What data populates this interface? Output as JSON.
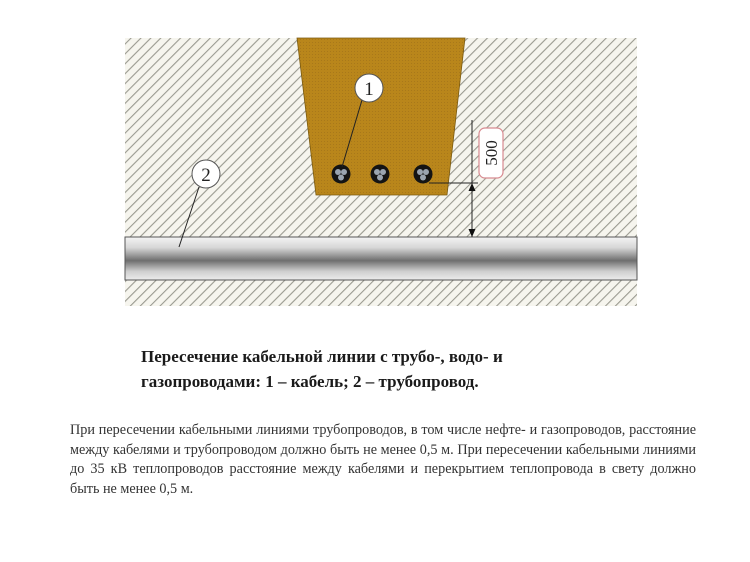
{
  "figure": {
    "labels": {
      "cable_marker": "1",
      "pipe_marker": "2",
      "dimension": "500"
    },
    "colors": {
      "trench_fill": "#b9861b",
      "hatch_line": "#9a9a90",
      "hatch_bg": "#f6f5ee",
      "cable_body": "#141414",
      "cable_core": "#9aa4b0",
      "pipe_light": "#f2f2f2",
      "pipe_dark": "#6e6e6e",
      "dimension_box_border": "#d88a90"
    }
  },
  "caption": {
    "text": "Пересечение кабельной линии с трубо-, водо- и газопроводами: 1 – кабель; 2 – трубопровод."
  },
  "body": {
    "text": "При пересечении кабельными линиями трубопроводов, в том числе нефте- и газопроводов, расстояние между кабелями и трубопроводом должно быть не менее 0,5 м. При пересечении кабельными линиями до 35 кВ теплопроводов расстояние между кабелями и перекрытием теплопровода в свету должно быть не менее 0,5 м."
  }
}
